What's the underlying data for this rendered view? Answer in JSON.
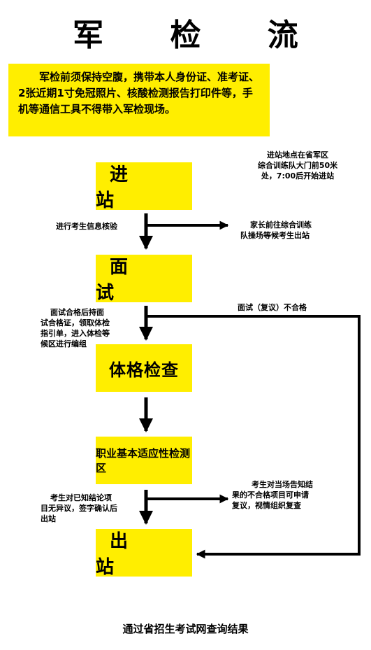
{
  "title": "军 检 流 程 图",
  "notice": "军检前须保持空腹，携带本人身份证、准考证、2张近期1寸免冠照片、核酸检测报告打印件等，手机等通信工具不得带入军检现场。",
  "steps": {
    "entry": "进 站",
    "interview": "面 试",
    "physical": "体格检查",
    "aptitude": "职业基本适应性检测区",
    "exit": "出 站"
  },
  "notes": {
    "entry_location": [
      "进站地点在省军区",
      "综合训练队大门前50米",
      "处，7:00后开始进站"
    ],
    "info_check": "进行考生信息核验",
    "parents": [
      "家长前往综合训练",
      "队操场等候考生出站"
    ],
    "interview_pass": [
      "面试合格后持面",
      "试合格证，领取体检",
      "指引单，进入体检等",
      "候区进行编组"
    ],
    "interview_fail": "面试（复议）不合格",
    "no_objection": [
      "考生对已知结论项",
      "目无异议，签字确认后",
      "出站"
    ],
    "review": [
      "考生对当场告知结",
      "果的不合格项目可申请",
      "复议，视情组织复查"
    ]
  },
  "footer": "通过省招生考试网查询结果",
  "colors": {
    "box": "#ffee00",
    "line": "#000000"
  }
}
